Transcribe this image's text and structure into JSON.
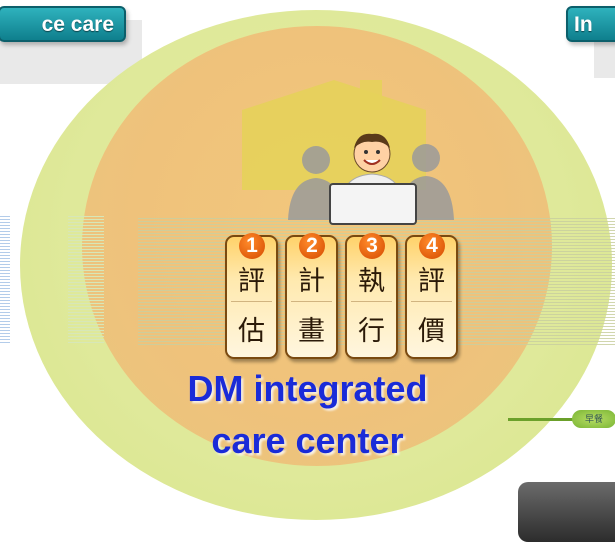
{
  "tabs": {
    "left_label": "ce care",
    "right_label": "In"
  },
  "center": {
    "title_line1": "DM integrated",
    "title_line2": "care center"
  },
  "steps": [
    {
      "number": "1",
      "char1": "評",
      "char2": "估"
    },
    {
      "number": "2",
      "char1": "計",
      "char2": "畫"
    },
    {
      "number": "3",
      "char1": "執",
      "char2": "行"
    },
    {
      "number": "4",
      "char1": "評",
      "char2": "價"
    }
  ],
  "side_badge": "早餐",
  "colors": {
    "outer_ellipse": "#dfe99a",
    "inner_ellipse": "#efc27b",
    "title": "#1a2bd8",
    "tab": "#1a95a3",
    "house": "#e6d25a"
  }
}
